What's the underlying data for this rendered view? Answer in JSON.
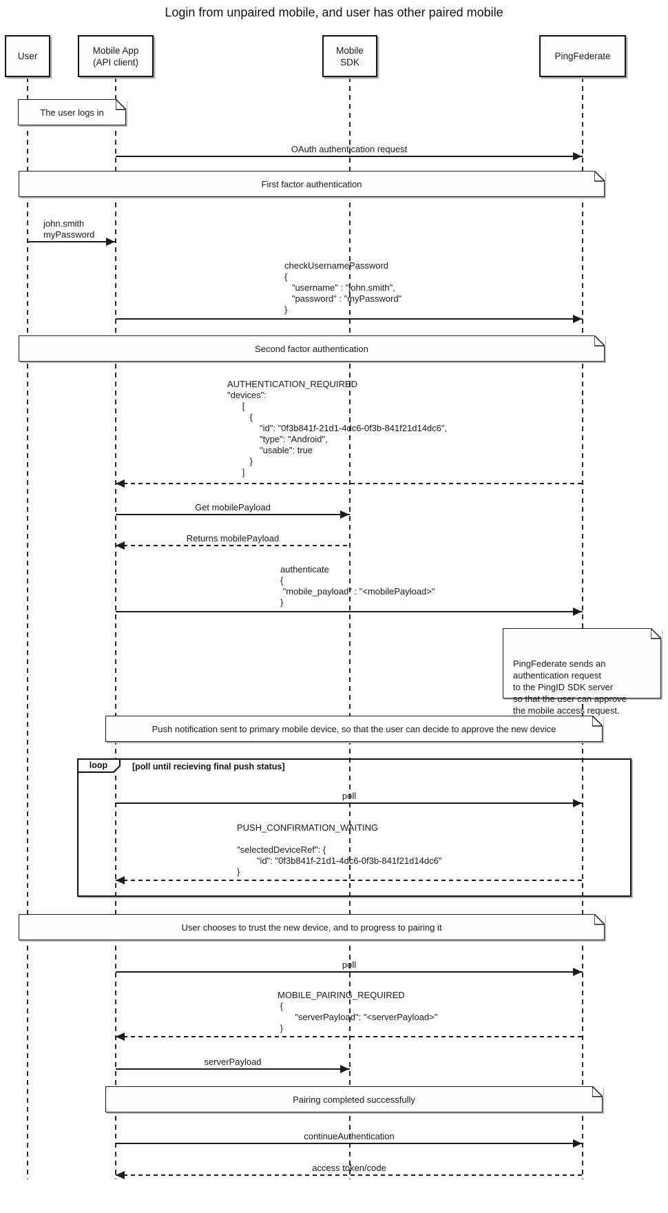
{
  "diagram_type": "uml-sequence-diagram",
  "title": "Login from unpaired mobile, and user has other paired mobile",
  "colors": {
    "background": "#ffffff",
    "line": "#1a1a1a",
    "fill": "#fefefe",
    "shadow": "#b4b4b4"
  },
  "participants": [
    {
      "id": "user",
      "label": "User"
    },
    {
      "id": "mobile-app",
      "label": "Mobile App\n(API client)"
    },
    {
      "id": "mobile-sdk",
      "label": "Mobile\nSDK"
    },
    {
      "id": "pingfederate",
      "label": "PingFederate"
    }
  ],
  "notes": {
    "user_logs_in": "The user logs in",
    "first_factor": "First factor authentication",
    "second_factor": "Second factor authentication",
    "pingfederate_sends": "PingFederate sends an\nauthentication request\nto the PingID SDK server\nso that the user can approve\nthe mobile access request.",
    "push_notification": "Push notification sent to primary mobile device, so that the user can decide to approve the new device",
    "user_trusts": "User chooses to trust the new device, and to progress to pairing it",
    "pairing_completed": "Pairing completed successfully"
  },
  "loop": {
    "operator": "loop",
    "guard": "[poll until recieving final push status]"
  },
  "messages": {
    "oauth": "OAuth authentication request",
    "credentials": "john.smith\nmyPassword",
    "check_username_password": "checkUsernamePassword\n{\n   \"username\" : \"john.smith\",\n   \"password\" : \"myPassword\"\n}",
    "authentication_required": "AUTHENTICATION_REQUIRED\n\"devices\":\n      [\n         {\n             \"id\": \"0f3b841f-21d1-4dc6-0f3b-841f21d14dc6\",\n             \"type\": \"Android\",\n             \"usable\": true\n         }\n      ]",
    "get_mobile_payload": "Get mobilePayload",
    "returns_mobile_payload": "Returns mobilePayload",
    "authenticate": "authenticate\n{\n \"mobile_payload\" : \"<mobilePayload>\"\n}",
    "poll_1": "poll",
    "push_confirmation_waiting": "PUSH_CONFIRMATION_WAITING\n\n\"selectedDeviceRef\": {\n        \"id\": \"0f3b841f-21d1-4dc6-0f3b-841f21d14dc6\"\n}",
    "poll_2": "poll",
    "mobile_pairing_required": "MOBILE_PAIRING_REQUIRED\n {\n       \"serverPayload\": \"<serverPayload>\"\n }",
    "server_payload": "serverPayload",
    "continue_authentication": "continueAuthentication",
    "access_token": "access token/code"
  }
}
